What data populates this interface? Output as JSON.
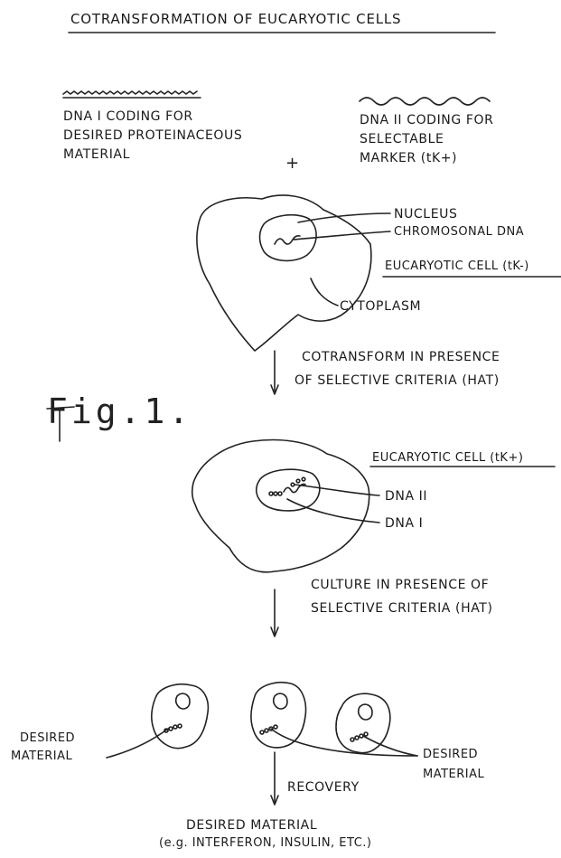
{
  "title": "COTRANSFORMATION OF EUCARYOTIC CELLS",
  "figure_label": "Fig.1.",
  "dna1": {
    "line1": "DNA I CODING FOR",
    "line2": "DESIRED PROTEINACEOUS",
    "line3": "MATERIAL"
  },
  "dna2": {
    "line1": "DNA II CODING FOR",
    "line2": "SELECTABLE",
    "line3": "MARKER (tK+)"
  },
  "plus": "+",
  "cell1": {
    "nucleus": "NUCLEUS",
    "chromosonal": "CHROMOSONAL DNA",
    "cell": "EUCARYOTIC CELL (tK-)",
    "cytoplasm": "CYTOPLASM"
  },
  "step1": {
    "line1": "COTRANSFORM IN PRESENCE",
    "line2": "OF SELECTIVE CRITERIA (HAT)"
  },
  "cell2": {
    "cell": "EUCARYOTIC CELL (tK+)",
    "dna2": "DNA II",
    "dna1": "DNA I"
  },
  "step2": {
    "line1": "CULTURE IN PRESENCE OF",
    "line2": "SELECTIVE CRITERIA (HAT)"
  },
  "bottom": {
    "desired_left_1": "DESIRED",
    "desired_left_2": "MATERIAL",
    "desired_right_1": "DESIRED",
    "desired_right_2": "MATERIAL",
    "recovery": "RECOVERY",
    "final_1": "DESIRED MATERIAL",
    "final_2": "(e.g. INTERFERON, INSULIN, ETC.)"
  }
}
